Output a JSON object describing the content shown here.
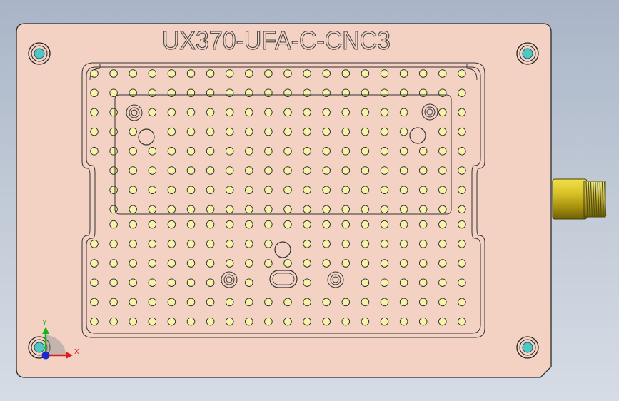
{
  "part": {
    "engraving": "UX370-UFA-C-CNC3"
  },
  "triad": {
    "x_label": "X",
    "y_label": "Y",
    "x_color": "#e01b1b",
    "y_color": "#19b319",
    "z_color": "#1a2ad0"
  },
  "colors": {
    "plate_fill": "#f3d2c4",
    "plate_edge": "#2a2a2a",
    "vacuum_hole_fill": "#f6f2a8",
    "pin_fill": "#4fc7c7",
    "fitting_body": "#c8b21a",
    "fitting_thread": "#a8a8a8"
  },
  "grid": {
    "columns": 20,
    "rows": 14
  }
}
